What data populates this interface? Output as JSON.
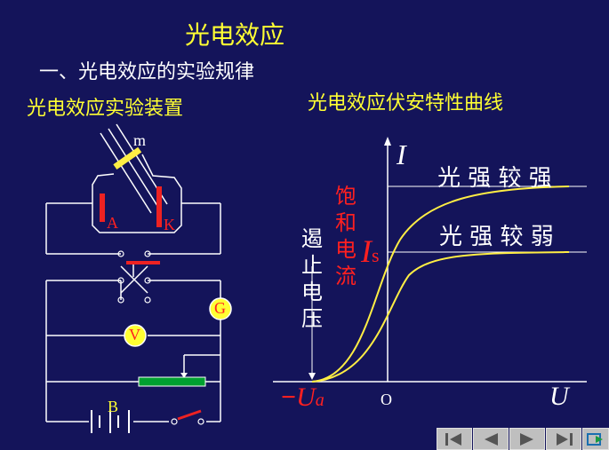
{
  "slide": {
    "title": "光电效应",
    "subtitle": "一、光电效应的实验规律",
    "apparatus_caption": "光电效应实验装置",
    "curves_caption": "光电效应伏安特性曲线"
  },
  "apparatus": {
    "label_m": "m",
    "label_A": "A",
    "label_K": "K",
    "label_G": "G",
    "label_V": "V",
    "label_B": "B"
  },
  "graph": {
    "axis_y": "I",
    "axis_x": "U",
    "origin": "O",
    "strong_light": "光 强 较 强",
    "weak_light": "光 强 较 弱",
    "saturation_current_chars": [
      "饱",
      "和",
      "电",
      "流"
    ],
    "saturation_symbol": "I",
    "saturation_subscript": "s",
    "stopping_voltage_chars": [
      "遏",
      "止",
      "电",
      "压"
    ],
    "stopping_symbol_prefix": "−",
    "stopping_symbol": "U",
    "stopping_subscript": "a"
  },
  "colors": {
    "background": "#14145a",
    "title_yellow": "#ffff33",
    "red": "#ff2020",
    "curve_yellow": "#ffee44",
    "green": "#00a030",
    "electrode_red": "#ee2222"
  },
  "nav": [
    "first-icon",
    "prev-icon",
    "next-icon",
    "last-icon",
    "return-icon"
  ]
}
